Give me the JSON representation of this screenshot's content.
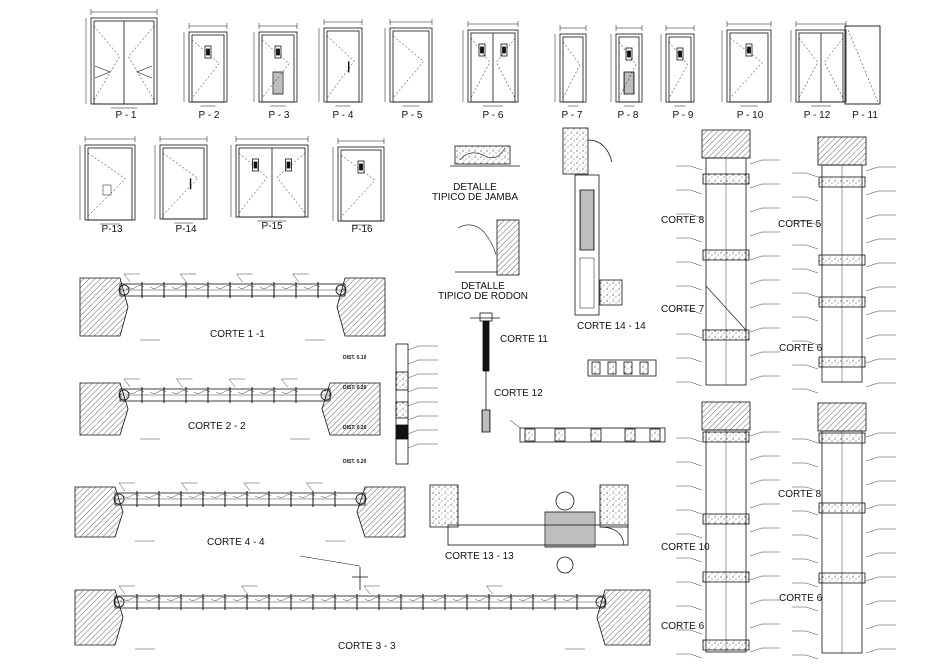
{
  "doors": [
    {
      "id": "p1",
      "label": "P - 1"
    },
    {
      "id": "p2",
      "label": "P - 2"
    },
    {
      "id": "p3",
      "label": "P - 3"
    },
    {
      "id": "p4",
      "label": "P - 4"
    },
    {
      "id": "p5",
      "label": "P - 5"
    },
    {
      "id": "p6",
      "label": "P - 6"
    },
    {
      "id": "p7",
      "label": "P - 7"
    },
    {
      "id": "p8",
      "label": "P - 8"
    },
    {
      "id": "p9",
      "label": "P - 9"
    },
    {
      "id": "p10",
      "label": "P - 10"
    },
    {
      "id": "p12",
      "label": "P - 12"
    },
    {
      "id": "p11",
      "label": "P - 11"
    },
    {
      "id": "p13",
      "label": "P-13"
    },
    {
      "id": "p14",
      "label": "P-14"
    },
    {
      "id": "p15",
      "label": "P-15"
    },
    {
      "id": "p16",
      "label": "P-16"
    }
  ],
  "details": {
    "jamba": [
      "DETALLE",
      "TIPICO DE JAMBA"
    ],
    "rodon": [
      "DETALLE",
      "TIPICO DE RODON"
    ]
  },
  "sections": {
    "c1": "CORTE 1 -1",
    "c2": "CORTE 2 - 2",
    "c4": "CORTE 4 - 4",
    "c3": "CORTE 3 - 3",
    "c11": "CORTE 11",
    "c12": "CORTE 12",
    "c13": "CORTE 13 - 13",
    "c14": "CORTE 14 - 14",
    "c8a": "CORTE 8",
    "c7": "CORTE 7",
    "c5": "CORTE 5",
    "c6a": "CORTE 6",
    "c10": "CORTE 10",
    "c6b": "CORTE 6",
    "c8b": "CORTE 8",
    "c6c": "CORTE 6"
  },
  "dims": [
    "DIST. 0.10",
    "DIST. 0.20",
    "DIST. 0.20",
    "DIST. 0.20"
  ]
}
